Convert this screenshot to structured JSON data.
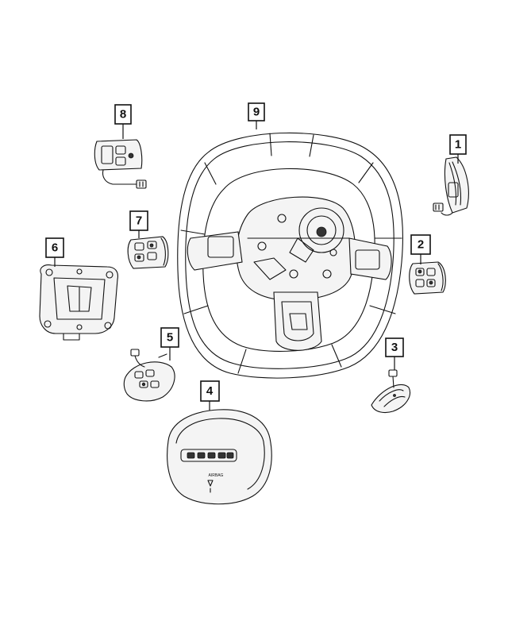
{
  "callouts": [
    {
      "id": "1",
      "label": "1"
    },
    {
      "id": "2",
      "label": "2"
    },
    {
      "id": "3",
      "label": "3"
    },
    {
      "id": "4",
      "label": "4"
    },
    {
      "id": "5",
      "label": "5"
    },
    {
      "id": "6",
      "label": "6"
    },
    {
      "id": "7",
      "label": "7"
    },
    {
      "id": "8",
      "label": "8"
    },
    {
      "id": "9",
      "label": "9"
    }
  ],
  "airbag_text": "AIRBAG"
}
